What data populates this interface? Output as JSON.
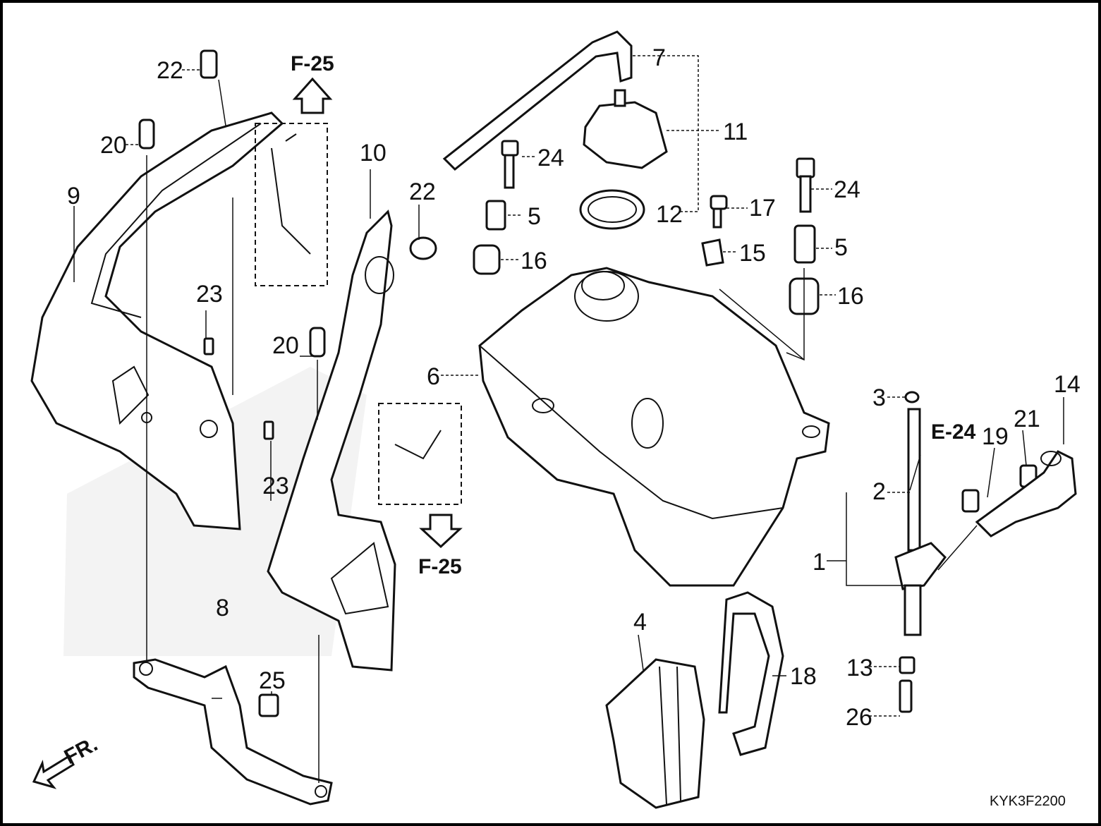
{
  "diagram": {
    "code": "KYK3F2200",
    "front_label": "FR.",
    "refs": {
      "f25_top": "F-25",
      "f25_bottom": "F-25",
      "e24": "E-24"
    },
    "labels": {
      "p1": "1",
      "p2": "2",
      "p3": "3",
      "p4": "4",
      "p5a": "5",
      "p5b": "5",
      "p6": "6",
      "p7": "7",
      "p8": "8",
      "p9": "9",
      "p10": "10",
      "p11": "11",
      "p12": "12",
      "p13": "13",
      "p14": "14",
      "p15": "15",
      "p16a": "16",
      "p16b": "16",
      "p17": "17",
      "p18": "18",
      "p19": "19",
      "p20a": "20",
      "p20b": "20",
      "p21": "21",
      "p22a": "22",
      "p22b": "22",
      "p23a": "23",
      "p23b": "23",
      "p24a": "24",
      "p24b": "24",
      "p25": "25",
      "p26": "26"
    }
  }
}
